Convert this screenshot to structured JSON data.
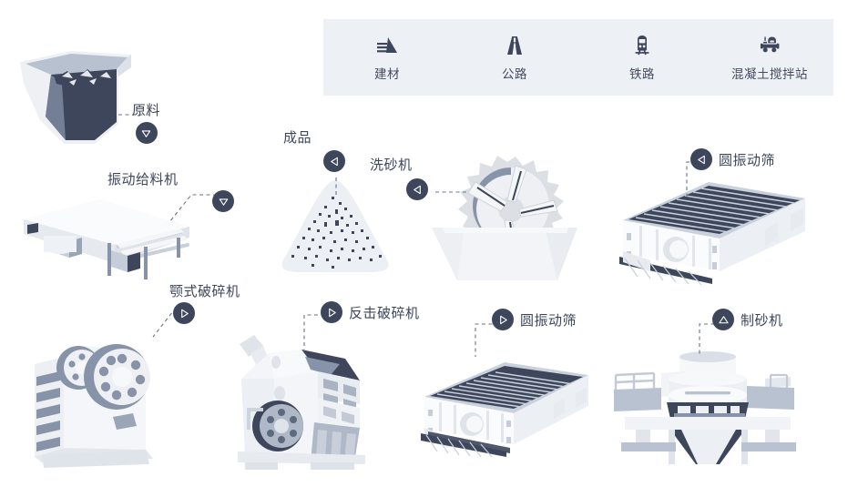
{
  "appbar": {
    "items": [
      {
        "label": "建材",
        "icon": "building-materials-icon"
      },
      {
        "label": "公路",
        "icon": "highway-icon"
      },
      {
        "label": "铁路",
        "icon": "railway-icon"
      },
      {
        "label": "混凝土搅拌站",
        "icon": "concrete-mixing-plant-icon"
      }
    ],
    "background": "#edf0f4"
  },
  "flow": {
    "accent": "#3e465c",
    "nodes": [
      {
        "id": "raw-material",
        "label": "原料",
        "marker": "chevron-down-badge"
      },
      {
        "id": "vibrating-feeder",
        "label": "振动给料机",
        "marker": "chevron-down-badge"
      },
      {
        "id": "jaw-crusher",
        "label": "颚式破碎机",
        "marker": "chevron-right-badge"
      },
      {
        "id": "impact-crusher",
        "label": "反击破碎机",
        "marker": "chevron-right-badge"
      },
      {
        "id": "vibrating-screen-lower",
        "label": "圆振动筛",
        "marker": "chevron-right-badge"
      },
      {
        "id": "sand-making-machine",
        "label": "制砂机",
        "marker": "chevron-up-badge"
      },
      {
        "id": "vibrating-screen-upper",
        "label": "圆振动筛",
        "marker": "chevron-left-badge"
      },
      {
        "id": "sand-washer",
        "label": "洗砂机",
        "marker": "chevron-left-badge"
      },
      {
        "id": "finished-product",
        "label": "成品",
        "marker": "chevron-left-badge"
      }
    ]
  },
  "palette": {
    "ink": "#3e465c",
    "mid": "#8793a8",
    "light": "#e9ecf1",
    "panel": "#edf0f4",
    "page": "#ffffff"
  }
}
